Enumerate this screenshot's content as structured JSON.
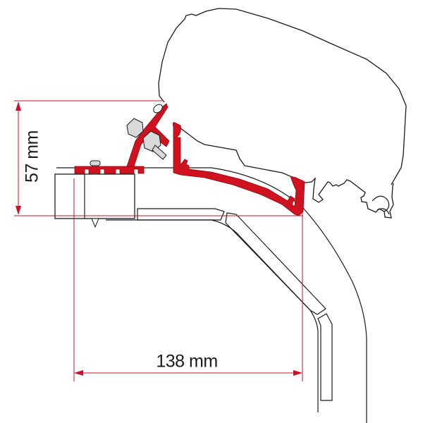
{
  "diagram": {
    "description": "Awning adapter bracket mounting profile cross-section",
    "colors": {
      "dimension_line": "#c8102e",
      "bracket": "#d0121f",
      "outline": "#1a1a1a",
      "bolt": "#d9d9d9",
      "background": "#ffffff"
    },
    "dimensions": {
      "height": {
        "label": "57 mm",
        "orientation": "vertical"
      },
      "width": {
        "label": "138 mm",
        "orientation": "horizontal"
      }
    },
    "parts": [
      {
        "name": "awning-case",
        "kind": "outline"
      },
      {
        "name": "adapter-rail",
        "kind": "red-profile"
      },
      {
        "name": "clamp-bracket",
        "kind": "red-profile"
      },
      {
        "name": "bolts",
        "kind": "hardware"
      },
      {
        "name": "base-block",
        "kind": "outline"
      },
      {
        "name": "vehicle-roof",
        "kind": "outline"
      },
      {
        "name": "gutter-strip",
        "kind": "outline"
      }
    ]
  }
}
